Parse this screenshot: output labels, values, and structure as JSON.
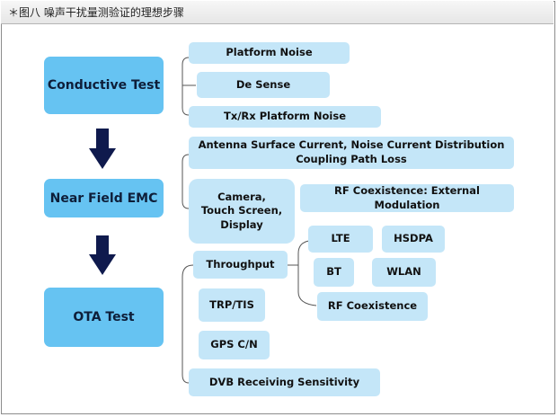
{
  "caption": "＊图八 噪声干扰量测验证的理想步骤",
  "steps": {
    "conductive": {
      "label": "Conductive Test",
      "items": {
        "platform_noise": "Platform Noise",
        "de_sense": "De Sense",
        "txrx_platform_noise": "Tx/Rx Platform Noise"
      }
    },
    "near_field": {
      "label": "Near Field EMC",
      "items": {
        "antenna_line1": "Antenna Surface Current, Noise Current Distribution",
        "antenna_line2": "Coupling Path Loss",
        "camera_line1": "Camera,",
        "camera_line2": "Touch Screen,",
        "camera_line3": "Display",
        "rf_coexistence_external": "RF Coexistence: External Modulation"
      }
    },
    "ota": {
      "label": "OTA Test",
      "items": {
        "throughput": "Throughput",
        "lte": "LTE",
        "hsdpa": "HSDPA",
        "bt": "BT",
        "wlan": "WLAN",
        "rf_coexistence": "RF Coexistence",
        "trp_tis": "TRP/TIS",
        "gps_cn": "GPS C/N",
        "dvb": "DVB Receiving Sensitivity"
      }
    }
  },
  "colors": {
    "main_box": "#66c3f2",
    "sub_box": "#c4e6f8",
    "arrow": "#0f1a4d",
    "main_text": "#0e1e39",
    "bracket_line": "#555555"
  }
}
